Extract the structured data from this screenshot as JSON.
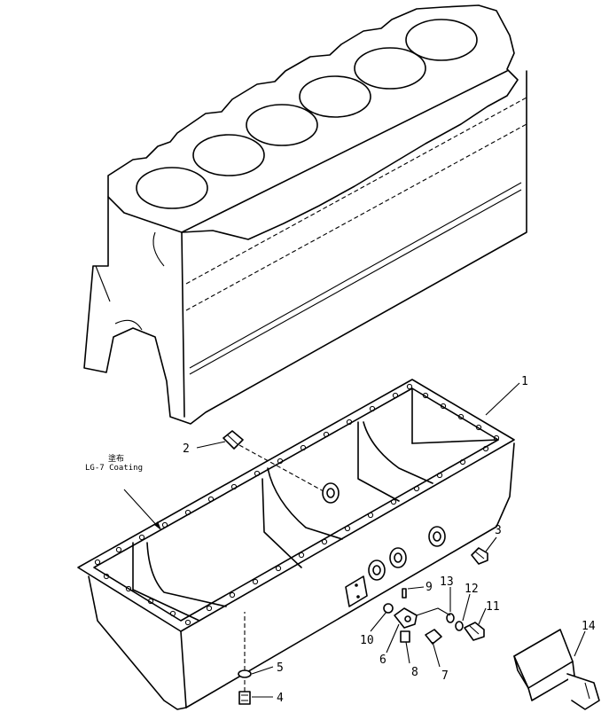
{
  "callouts": {
    "n1": "1",
    "n2": "2",
    "n3": "3",
    "n4": "4",
    "n5": "5",
    "n6": "6",
    "n7": "7",
    "n8": "8",
    "n9": "9",
    "n10": "10",
    "n11": "11",
    "n12": "12",
    "n13": "13",
    "n14": "14"
  },
  "annotation": {
    "kanji": "塗布",
    "coating": "LG-7  Coating"
  }
}
